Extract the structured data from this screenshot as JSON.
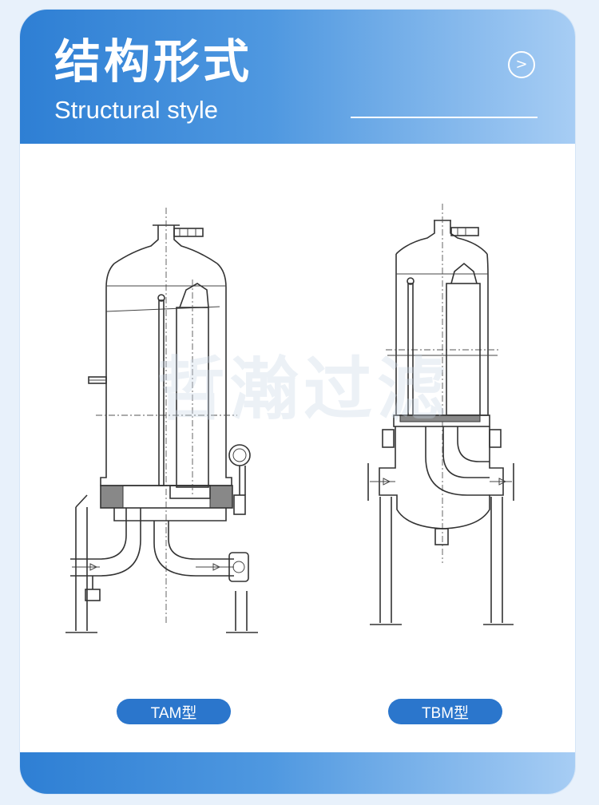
{
  "header": {
    "title_cn": "结构形式",
    "title_en": "Structural style",
    "next_icon": "chevron-right-circle-icon"
  },
  "watermark": {
    "text": "哲瀚过滤"
  },
  "models": [
    {
      "label": "TAM型"
    },
    {
      "label": "TBM型"
    }
  ],
  "colors": {
    "accent": "#2b76cc",
    "header_start": "#2e7fd4",
    "header_end": "#a7cdf4"
  }
}
